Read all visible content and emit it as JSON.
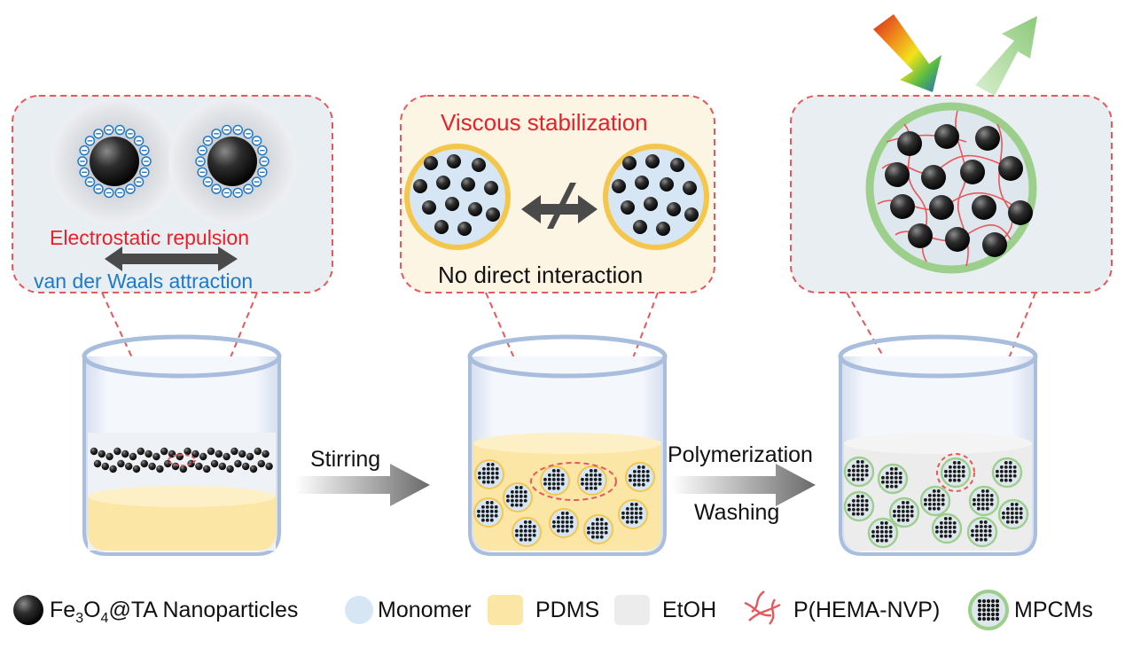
{
  "panel_left": {
    "repulsion_label": "Electrostatic repulsion",
    "attraction_label": "van der Waals attraction",
    "charge_symbol": "⊖",
    "repulsion_color": "#e8202a",
    "attraction_color": "#1f78c8"
  },
  "panel_middle": {
    "title": "Viscous stabilization",
    "caption": "No direct interaction",
    "title_color": "#e8202a",
    "background": "#fdf5e4"
  },
  "panel_right": {
    "background": "#e9eef2"
  },
  "process": {
    "step1": "Stirring",
    "step2_line1": "Polymerization",
    "step2_line2": "Washing"
  },
  "legend": {
    "nanoparticle_prefix": "Fe",
    "nanoparticle_sub1": "3",
    "nanoparticle_mid": "O",
    "nanoparticle_sub2": "4",
    "nanoparticle_suffix": "@TA Nanoparticles",
    "monomer": "Monomer",
    "pdms": "PDMS",
    "etoh": "EtOH",
    "polymer": "P(HEMA-NVP)",
    "mpcm": "MPCMs"
  },
  "colors": {
    "dash_red": "#e8575a",
    "pdms": "#fbe6a6",
    "monomer": "#d6e6f4",
    "etoh": "#e8e8e8",
    "shell_green": "#9ccf8c",
    "beaker_rim": "#a9bddd"
  }
}
